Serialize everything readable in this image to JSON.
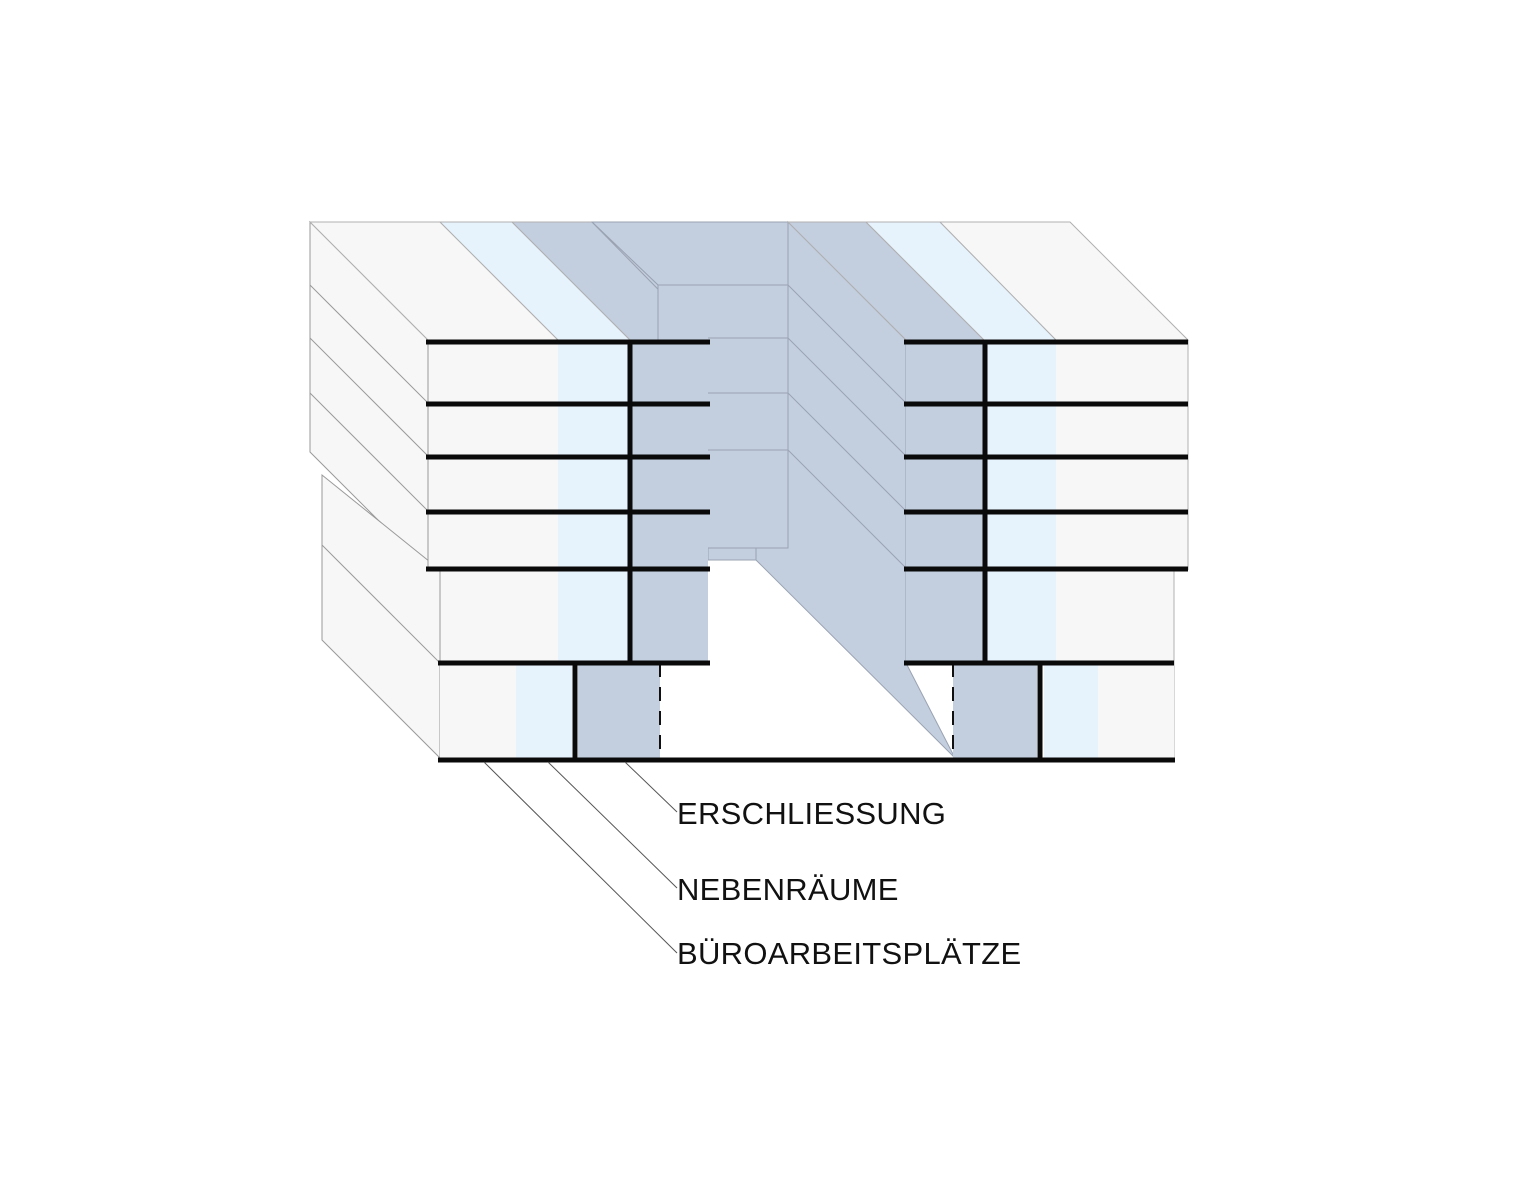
{
  "diagram": {
    "labels": {
      "circulation": "ERSCHLIESSUNG",
      "ancillary": "NEBENRÄUME",
      "office": "BÜROARBEITSPLÄTZE"
    },
    "colors": {
      "background": "#ffffff",
      "office_zone": "#f7f7f7",
      "ancillary_zone": "#e6f2fc",
      "circulation_zone": "#c3cedf",
      "slab": "#0a0a0a",
      "edge": "#8a8a8a"
    }
  }
}
